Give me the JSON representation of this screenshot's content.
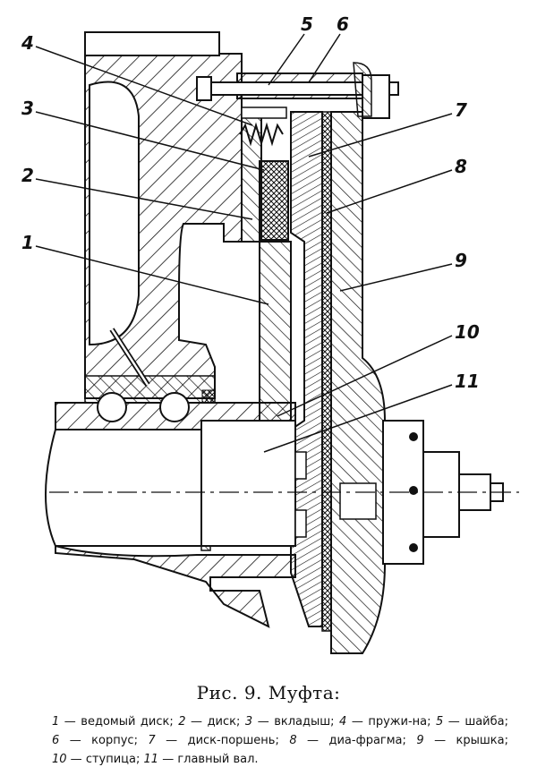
{
  "figure": {
    "caption": "Рис. 9.  Муфта:",
    "callouts": [
      "4",
      "3",
      "2",
      "1",
      "5",
      "6",
      "7",
      "8",
      "9",
      "10",
      "11"
    ],
    "legend": [
      {
        "n": "1",
        "text": "ведомый диск;"
      },
      {
        "n": "2",
        "text": "диск;"
      },
      {
        "n": "3",
        "text": "вкладыш;"
      },
      {
        "n": "4",
        "text": "пружи-на;"
      },
      {
        "n": "5",
        "text": "шайба;"
      },
      {
        "n": "6",
        "text": "корпус;"
      },
      {
        "n": "7",
        "text": "диск-поршень;"
      },
      {
        "n": "8",
        "text": "диа-фрагма;"
      },
      {
        "n": "9",
        "text": "крышка;"
      },
      {
        "n": "10",
        "text": "ступица;"
      },
      {
        "n": "11",
        "text": "главный вал."
      }
    ]
  }
}
